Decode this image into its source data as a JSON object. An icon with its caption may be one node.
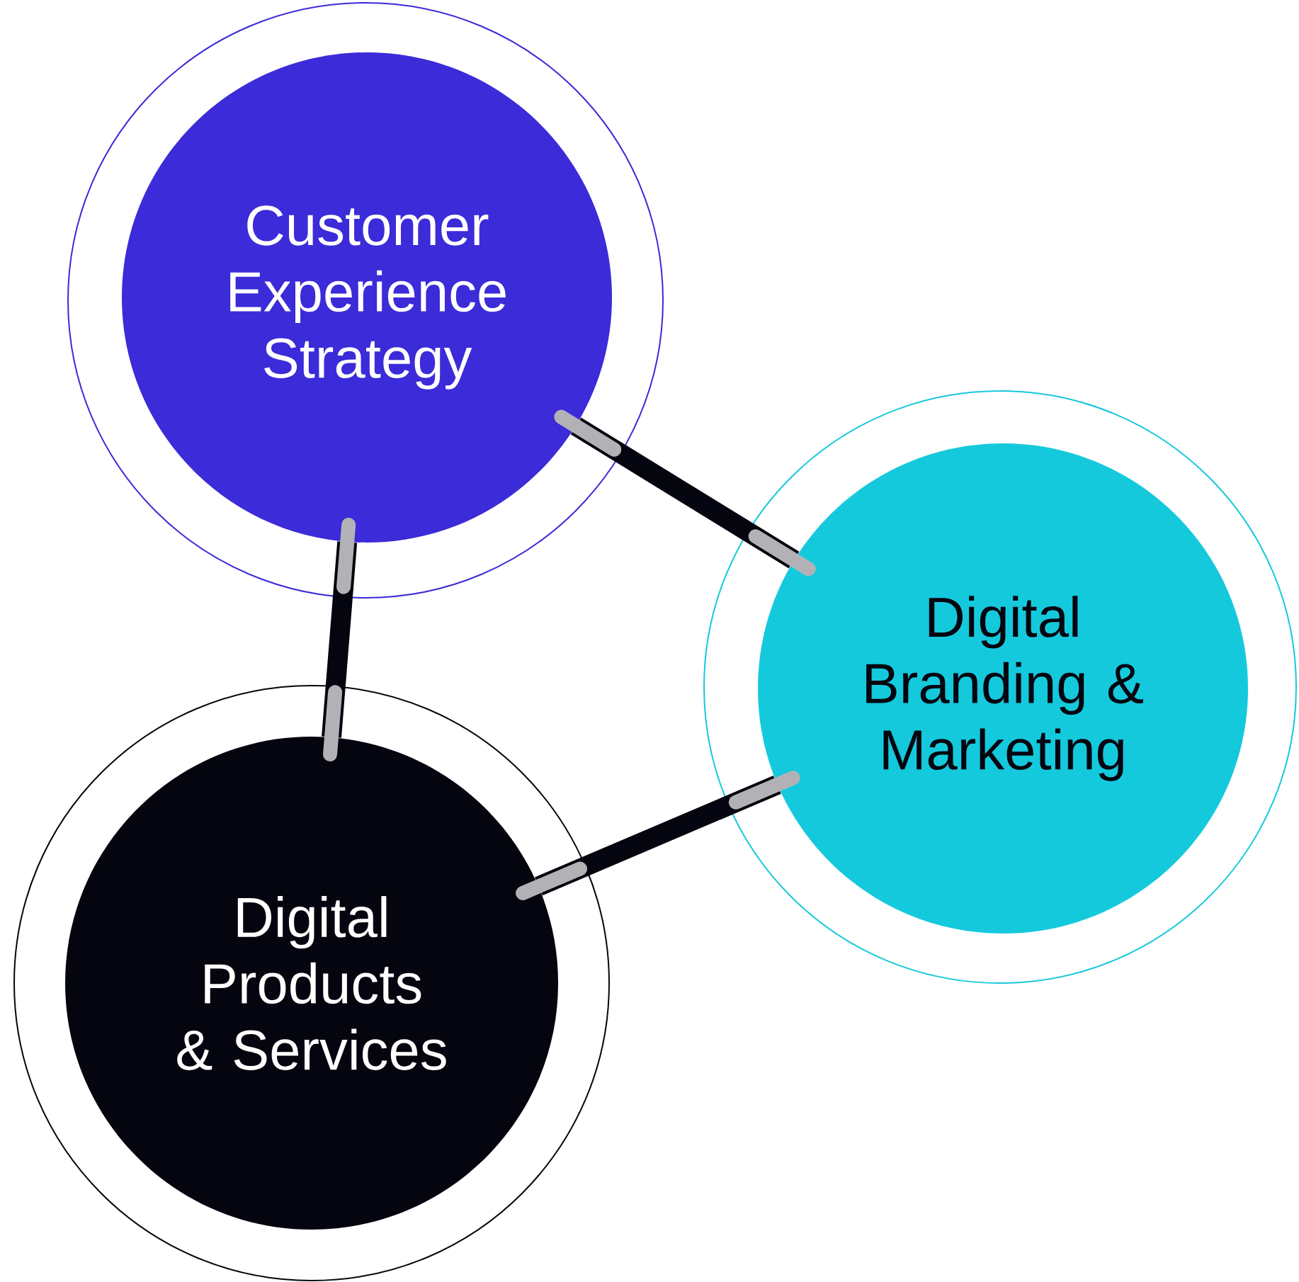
{
  "diagram": {
    "nodes": [
      {
        "text": [
          "Customer Experience Strategy"
        ]
      },
      {
        "text": [
          "Digital Branding & Marketing"
        ]
      },
      {
        "text": [
          "Digital Products & Services"
        ]
      }
    ],
    "edges": [
      {
        "from": 0,
        "to": 2,
        "arrow": "none"
      },
      {
        "from": 0,
        "to": 1,
        "arrow": "none"
      },
      {
        "from": 2,
        "to": 1,
        "arrow": "none"
      }
    ]
  }
}
